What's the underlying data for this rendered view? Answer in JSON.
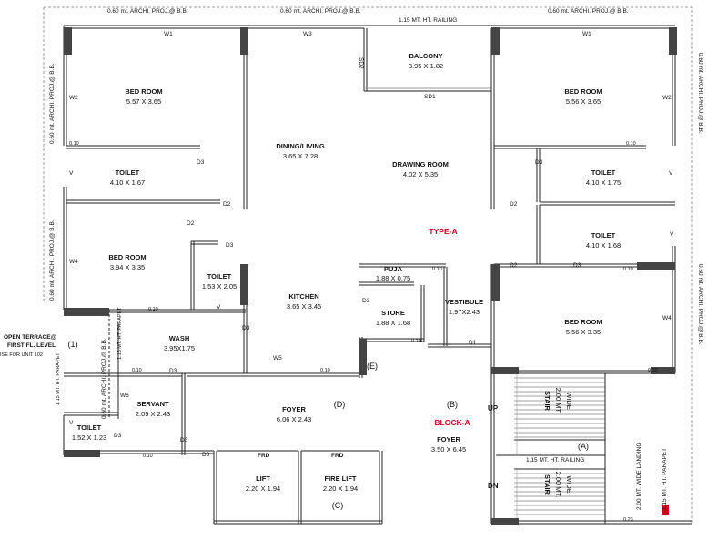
{
  "rooms": {
    "bed_tl": {
      "name": "BED ROOM",
      "dim": "5.57 X 3.65"
    },
    "toilet_tl": {
      "name": "TOILET",
      "dim": "4.10 X 1.67"
    },
    "bed_ml": {
      "name": "BED ROOM",
      "dim": "3.94 X 3.35"
    },
    "toilet_c": {
      "name": "TOILET",
      "dim": "1.53 X 2.05"
    },
    "dining": {
      "name": "DINING/LIVING",
      "dim": "3.65 X 7.28"
    },
    "balcony": {
      "name": "BALCONY",
      "dim": "3.95 X 1.82"
    },
    "drawing": {
      "name": "DRAWING ROOM",
      "dim": "4.02 X 5.35"
    },
    "bed_tr": {
      "name": "BED ROOM",
      "dim": "5.56 X 3.65"
    },
    "toilet_tr": {
      "name": "TOILET",
      "dim": "4.10 X 1.75"
    },
    "toilet_mr": {
      "name": "TOILET",
      "dim": "4.10 X 1.68"
    },
    "kitchen": {
      "name": "KITCHEN",
      "dim": "3.65 X 3.45"
    },
    "puja": {
      "name": "PUJA",
      "dim": "1.88 X 0.75"
    },
    "store": {
      "name": "STORE",
      "dim": "1.88 X 1.68"
    },
    "vestibule": {
      "name": "VESTIBULE",
      "dim": "1.97X2.43"
    },
    "bed_br": {
      "name": "BED ROOM",
      "dim": "5.56 X 3.35"
    },
    "wash": {
      "name": "WASH",
      "dim": "3.95X1.75"
    },
    "servant": {
      "name": "SERVANT",
      "dim": "2.09 X 2.43"
    },
    "toilet_bl": {
      "name": "TOILET",
      "dim": "1.52 X 1.23"
    },
    "foyer_d": {
      "name": "FOYER",
      "dim": "6.06 X 2.43"
    },
    "foyer_b": {
      "name": "FOYER",
      "dim": "3.50 X 6.45"
    },
    "lift": {
      "name": "LIFT",
      "dim": "2.20 X 1.94"
    },
    "fire_lift": {
      "name": "FIRE LIFT",
      "dim": "2.20 X 1.94"
    },
    "stair_up": {
      "name": "STAIR",
      "dim": "2.00 MT.",
      "wide": "WIDE"
    },
    "stair_dn": {
      "name": "STAIR",
      "dim": "2.00 MT.",
      "wide": "WIDE"
    }
  },
  "notes": {
    "archi_proj": "0.60 mt. ARCHI. PROJ.@ B.B.",
    "archi_proj_v": "0.60 mt. ARCHI. PROJ.@ B.B.",
    "railing": "1.15 MT. HT. RAILING",
    "railing2": "1.15 MT. HT. RAILING",
    "parapet_h": "1.15 MT. HT. PARAPET",
    "parapet_v": "1.15 MT. HT. PARAPET",
    "parapet_r": "1.15 MT. HT. PARAPET",
    "landing": "2.00 MT. WIDE LANDING",
    "terrace1": "OPEN TERRACE@",
    "terrace2": "FIRST FL. LEVEL",
    "terrace3": "ISE FOR UNIT 102",
    "type_a": "TYPE-A",
    "block_a": "BLOCK-A",
    "up": "UP",
    "dn": "DN",
    "frd": "FRD"
  },
  "markers": {
    "a": "(A)",
    "b": "(B)",
    "c": "(C)",
    "d": "(D)",
    "e": "(E)",
    "one": "(1)"
  },
  "doors": {
    "w1": "W1",
    "w2": "W2",
    "w3": "W3",
    "w4": "W4",
    "w5": "W5",
    "w6": "W6",
    "d1": "D1",
    "d2": "D2",
    "d3": "D3",
    "v": "V",
    "sd1": "SD1",
    "sd2": "SD2"
  },
  "walls": {
    "t10": "0.10",
    "t23": "0.23"
  }
}
